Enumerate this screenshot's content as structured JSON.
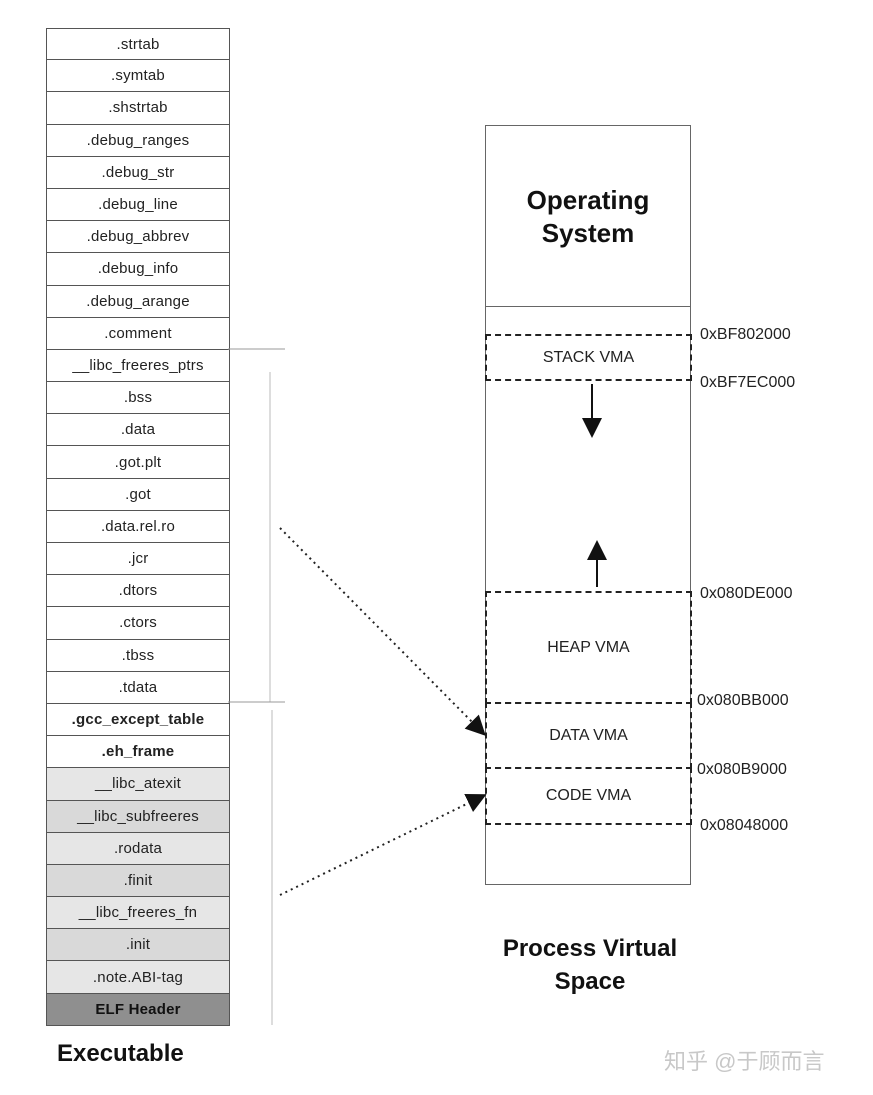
{
  "executable": {
    "label": "Executable",
    "sections": [
      ".strtab",
      ".symtab",
      ".shstrtab",
      ".debug_ranges",
      ".debug_str",
      ".debug_line",
      ".debug_abbrev",
      ".debug_info",
      ".debug_arange",
      ".comment",
      "__libc_freeres_ptrs",
      ".bss",
      ".data",
      ".got.plt",
      ".got",
      ".data.rel.ro",
      ".jcr",
      ".dtors",
      ".ctors",
      ".tbss",
      ".tdata",
      ".gcc_except_table",
      ".eh_frame",
      "__libc_atexit",
      "__libc_subfreeres",
      ".rodata",
      ".finit",
      "__libc_freeres_fn",
      ".init",
      ".note.ABI-tag",
      "ELF Header"
    ]
  },
  "process_space": {
    "label": "Process Virtual Space",
    "os_label": "Operating System",
    "vmas": {
      "stack": "STACK VMA",
      "heap": "HEAP VMA",
      "data": "DATA VMA",
      "code": "CODE VMA"
    },
    "addresses": {
      "stack_top": "0xBF802000",
      "stack_bottom": "0xBF7EC000",
      "heap_top": "0x080DE000",
      "heap_bottom": "0x080BB000",
      "data_bottom": "0x080B9000",
      "code_bottom": "0x08048000"
    }
  },
  "watermark": "知乎 @于顾而言"
}
